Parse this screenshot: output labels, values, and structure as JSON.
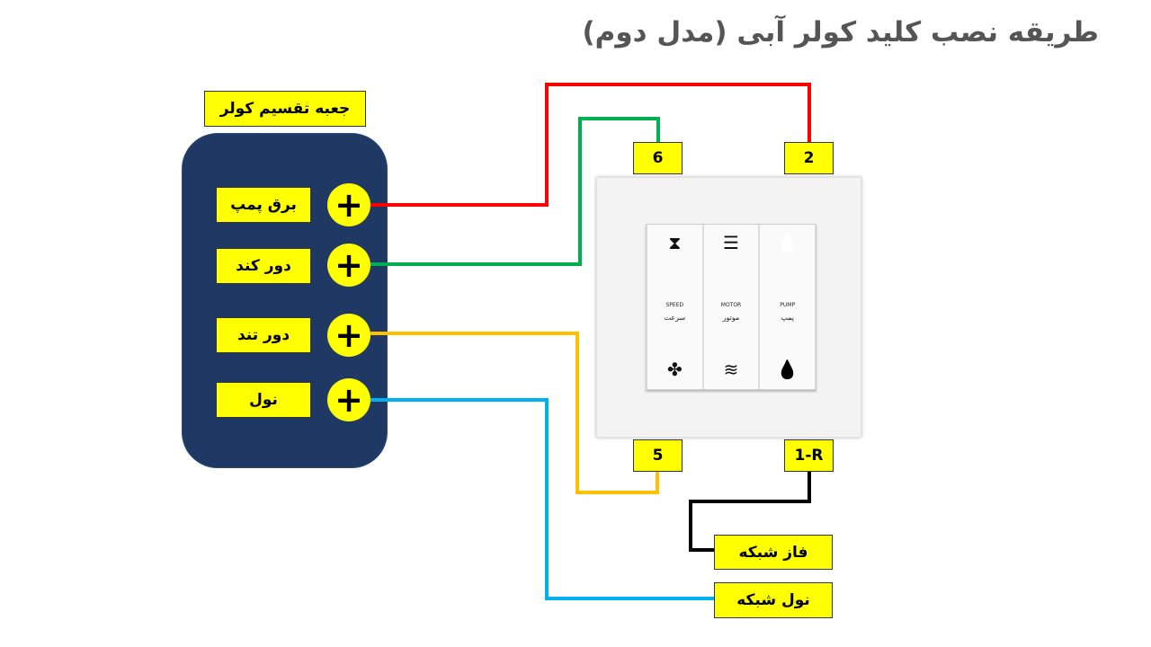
{
  "title": "طریقه نصب کلید کولر آبی (مدل دوم)",
  "box_label": "جعبه تقسیم کولر",
  "terminals": [
    {
      "label": "برق پمپ"
    },
    {
      "label": "دور کند"
    },
    {
      "label": "دور تند"
    },
    {
      "label": "نول"
    }
  ],
  "plus_symbol": "+",
  "switch_pins": {
    "top_left": "6",
    "top_right": "2",
    "bottom_left": "5",
    "bottom_right": "1-R"
  },
  "mains": {
    "phase": "فاز شبکه",
    "neutral": "نول شبکه"
  },
  "keys": [
    {
      "en": "SPEED",
      "fa": "سرعت",
      "top_icon": "hourglass-icon",
      "bottom_icon": "fan-icon",
      "top_glyph": "⧗",
      "bottom_glyph": "✤"
    },
    {
      "en": "MOTOR",
      "fa": "موتور",
      "top_icon": "menu-lines-icon",
      "bottom_icon": "waves-icon",
      "top_glyph": "☰",
      "bottom_glyph": "≋"
    },
    {
      "en": "PUMP",
      "fa": "پمپ",
      "top_icon": "drop-outline-icon",
      "bottom_icon": "drop-filled-icon",
      "top_glyph": "💧",
      "bottom_glyph": "💧"
    }
  ],
  "wire_colors": {
    "pump": "#ff0000",
    "slow": "#00b050",
    "fast": "#ffc000",
    "neutral": "#00b0f0",
    "phase": "#000000"
  }
}
